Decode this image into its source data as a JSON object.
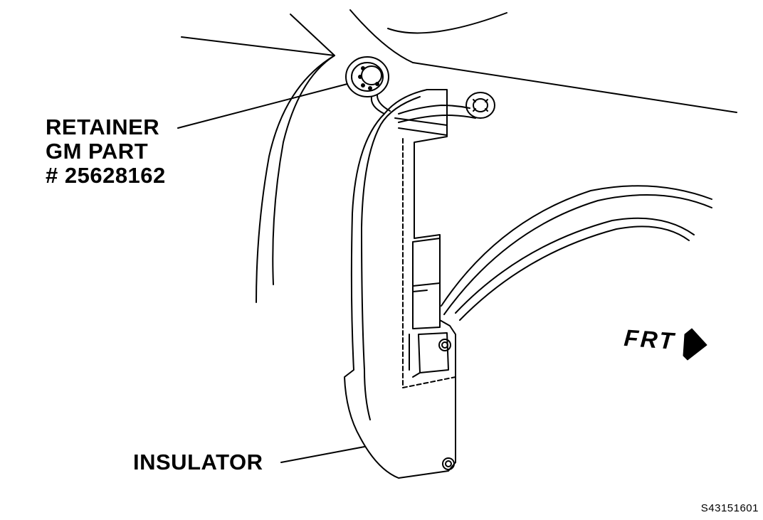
{
  "labels": {
    "retainer_line1": "RETAINER",
    "retainer_line2": "GM PART",
    "retainer_line3": "# 25628162",
    "insulator": "INSULATOR",
    "front": "FRT"
  },
  "figure_id": "S43151601",
  "icons": {
    "front_arrow": "arrow-right-icon",
    "retainer": "push-in-retainer-icon"
  }
}
